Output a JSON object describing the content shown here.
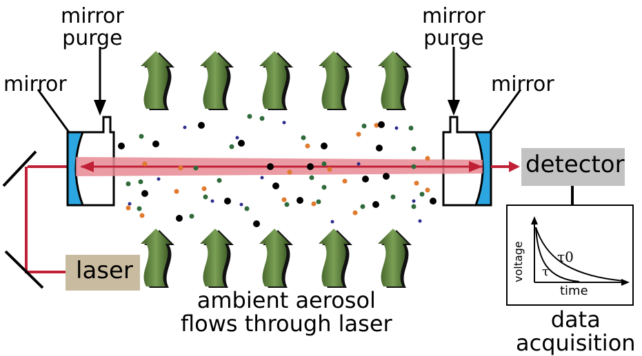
{
  "labels": {
    "mirror_left": "mirror",
    "mirror_right": "mirror",
    "purge_left_line1": "mirror",
    "purge_left_line2": "purge",
    "purge_right_line1": "mirror",
    "purge_right_line2": "purge",
    "laser": "laser",
    "detector": "detector",
    "aerosol_line1": "ambient aerosol",
    "aerosol_line2": "flows through laser",
    "acq_line1": "data",
    "acq_line2": "acquisition"
  },
  "inset_plot": {
    "ylabel": "voltage",
    "xlabel": "time",
    "curve_labels": [
      "τ0",
      "τ"
    ]
  },
  "colors": {
    "beam": "#c02036",
    "beam_glow": "#e78a93",
    "mirror": "#2ba6e0",
    "arrow": "#5b7b3a",
    "box_fill": "#c9bba0",
    "detector_fill": "#c2c2c2",
    "particles": [
      "#000000",
      "#2f6b3a",
      "#e07a2e",
      "#2c2c8c"
    ]
  }
}
